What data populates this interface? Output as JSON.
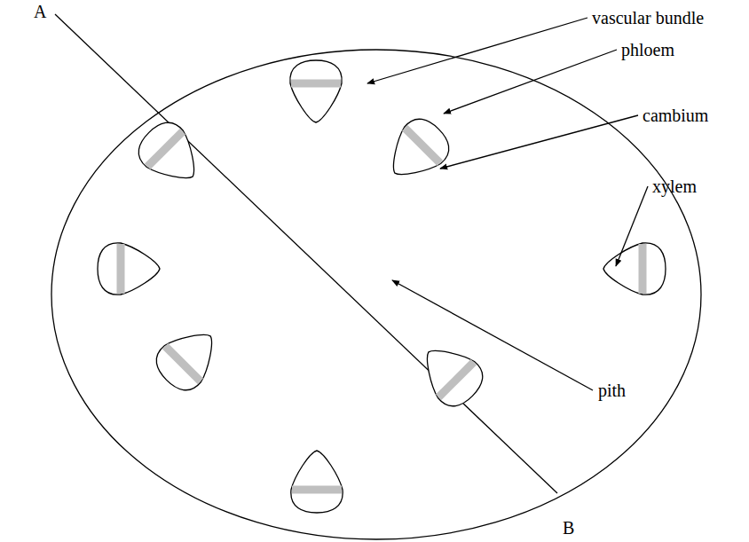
{
  "diagram": {
    "labels": [
      "A",
      "vascular bundle",
      "phloem",
      "cambium",
      "xylem",
      "pith",
      "B"
    ]
  }
}
